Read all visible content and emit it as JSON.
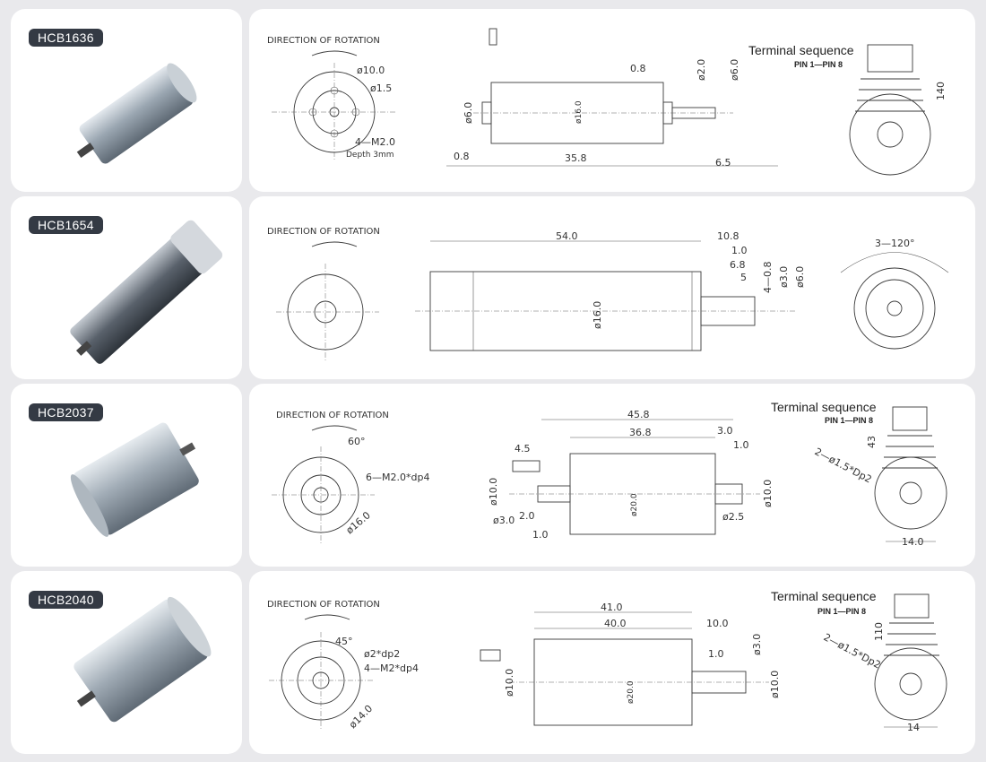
{
  "rows": [
    {
      "model": "HCB1636",
      "direction_label": "DIRECTION OF ROTATION",
      "front_dims": [
        "ø10.0",
        "ø1.5",
        "4—M2.0",
        "Depth 3mm"
      ],
      "side_dims": [
        "0.8",
        "ø2.0",
        "ø6.0",
        "ø6.0",
        "ø16.0",
        "0.8",
        "35.8",
        "6.5"
      ],
      "terminal_title": "Terminal sequence",
      "terminal_pins": "PIN 1—PIN 8",
      "terminal_dim": "140"
    },
    {
      "model": "HCB1654",
      "direction_label": "DIRECTION OF ROTATION",
      "side_dims": [
        "54.0",
        "10.8",
        "1.0",
        "6.8",
        "5",
        "4—0.8",
        "ø3.0",
        "ø6.0",
        "ø16.0"
      ],
      "end_dim": "3—120°"
    },
    {
      "model": "HCB2037",
      "direction_label": "DIRECTION OF ROTATION",
      "front_dims": [
        "60°",
        "6—M2.0*dp4",
        "ø16.0"
      ],
      "side_dims": [
        "45.8",
        "36.8",
        "3.0",
        "1.0",
        "4.5",
        "ø10.0",
        "ø3.0",
        "2.0",
        "ø20.0",
        "ø2.5",
        "ø10.0",
        "1.0"
      ],
      "terminal_title": "Terminal sequence",
      "terminal_pins": "PIN 1—PIN 8",
      "terminal_dims": [
        "43",
        "2—ø1.5*Dp2",
        "14.0"
      ]
    },
    {
      "model": "HCB2040",
      "direction_label": "DIRECTION OF ROTATION",
      "front_dims": [
        "45°",
        "ø2*dp2",
        "4—M2*dp4",
        "ø14.0"
      ],
      "side_dims": [
        "41.0",
        "40.0",
        "10.0",
        "1.0",
        "ø3.0",
        "ø10.0",
        "ø20.0",
        "ø10.0"
      ],
      "terminal_title": "Terminal sequence",
      "terminal_pins": "PIN 1—PIN 8",
      "terminal_dims": [
        "110",
        "2—ø1.5*Dp2",
        "14"
      ]
    }
  ]
}
